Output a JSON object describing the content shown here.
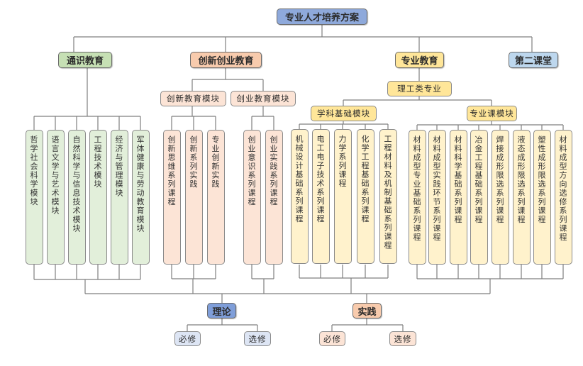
{
  "title": "专业人才培养方案",
  "level1": {
    "general": "通识教育",
    "innovation": "创新创业教育",
    "professional": "专业教育",
    "second_classroom": "第二课堂"
  },
  "innovation_modules": {
    "innovation_module": "创新教育模块",
    "entrepreneurship_module": "创业教育模块"
  },
  "professional_branch": {
    "category": "理工类专业",
    "foundation_module": "学科基础模块",
    "specialty_module": "专业课模块"
  },
  "general_courses": [
    "哲学社会科学模块",
    "语言文学与艺术模块",
    "自然科学与信息技术模块",
    "工程技术模块",
    "经济与管理模块",
    "军体健康与劳动教育模块"
  ],
  "innovation_courses": [
    "创新思维系列课程",
    "创新系列实践",
    "专业创新实践"
  ],
  "entrepreneurship_courses": [
    "创业意识系列课程",
    "创业实践系列课程"
  ],
  "foundation_courses": [
    "机械设计基础系列课程",
    "电工电子技术系列课程",
    "力学系列课程",
    "化学工程基础系列课程",
    "工程材料及机制基础系列课程"
  ],
  "specialty_courses": [
    "材料成型专业基础系列课程",
    "材料成型实践环节系列课程",
    "材料科学基础系列课程",
    "冶金工程基础系列课程",
    "焊接成形限选系列课程",
    "液态成形限选系列课程",
    "塑性成形限选系列课程",
    "材料成型方向选修系列课程"
  ],
  "bottom": {
    "theory": "理论",
    "practice": "实践",
    "theory_required": "必修",
    "theory_elective": "选修",
    "practice_required": "必修",
    "practice_elective": "选修"
  }
}
